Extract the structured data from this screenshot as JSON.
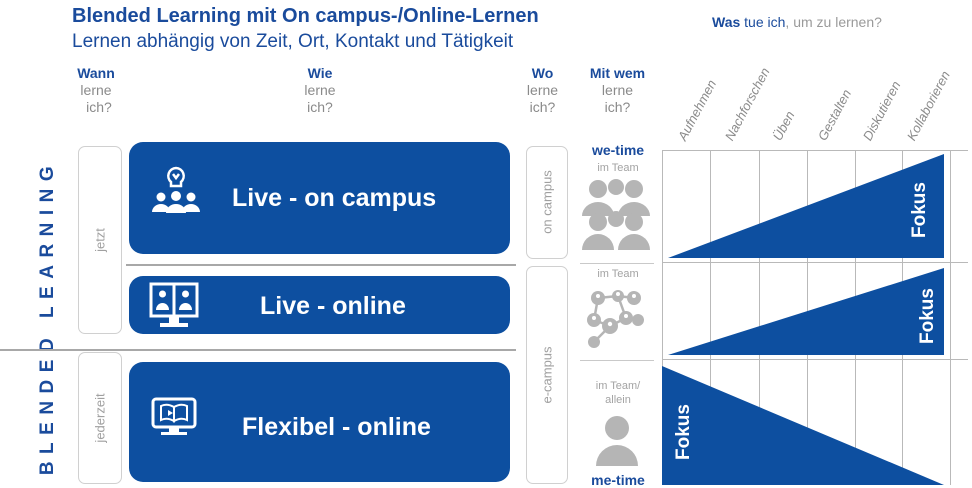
{
  "title": "Blended Learning mit On campus-/Online-Lernen",
  "subtitle": "Lernen abhängig von Zeit, Ort, Kontakt und Tätigkeit",
  "what_header": {
    "bold": "Was",
    "mid": " tue ich",
    "rest": ", um zu lernen?"
  },
  "headers": {
    "wann": {
      "bold": "Wann",
      "l1": "lerne",
      "l2": "ich?"
    },
    "wie": {
      "bold": "Wie",
      "l1": "lerne",
      "l2": "ich?"
    },
    "wo": {
      "bold": "Wo",
      "l1": "lerne",
      "l2": "ich?"
    },
    "mitwem": {
      "bold": "Mit wem",
      "l1": "lerne",
      "l2": "ich?"
    }
  },
  "activities": [
    "Aufnehmen",
    "Nachforschen",
    "Üben",
    "Gestalten",
    "Diskutieren",
    "Kollaborieren"
  ],
  "blended_label": "BLENDED LEARNING",
  "when": {
    "now": "jetzt",
    "anytime": "jederzeit"
  },
  "where": {
    "campus": "on campus",
    "ecampus": "e-campus"
  },
  "modes": {
    "live_campus": "Live - on campus",
    "live_online": "Live - online",
    "flexibel": "Flexibel - online"
  },
  "with_whom": {
    "we_time": "we-time",
    "me_time": "me-time",
    "team1": "im Team",
    "team2": "im Team",
    "team3a": "im Team/",
    "team3b": "allein"
  },
  "focus_label": "Fokus",
  "colors": {
    "brand": "#0d4fa0",
    "text_blue": "#1a4b9c",
    "muted": "#8a8a8a"
  }
}
